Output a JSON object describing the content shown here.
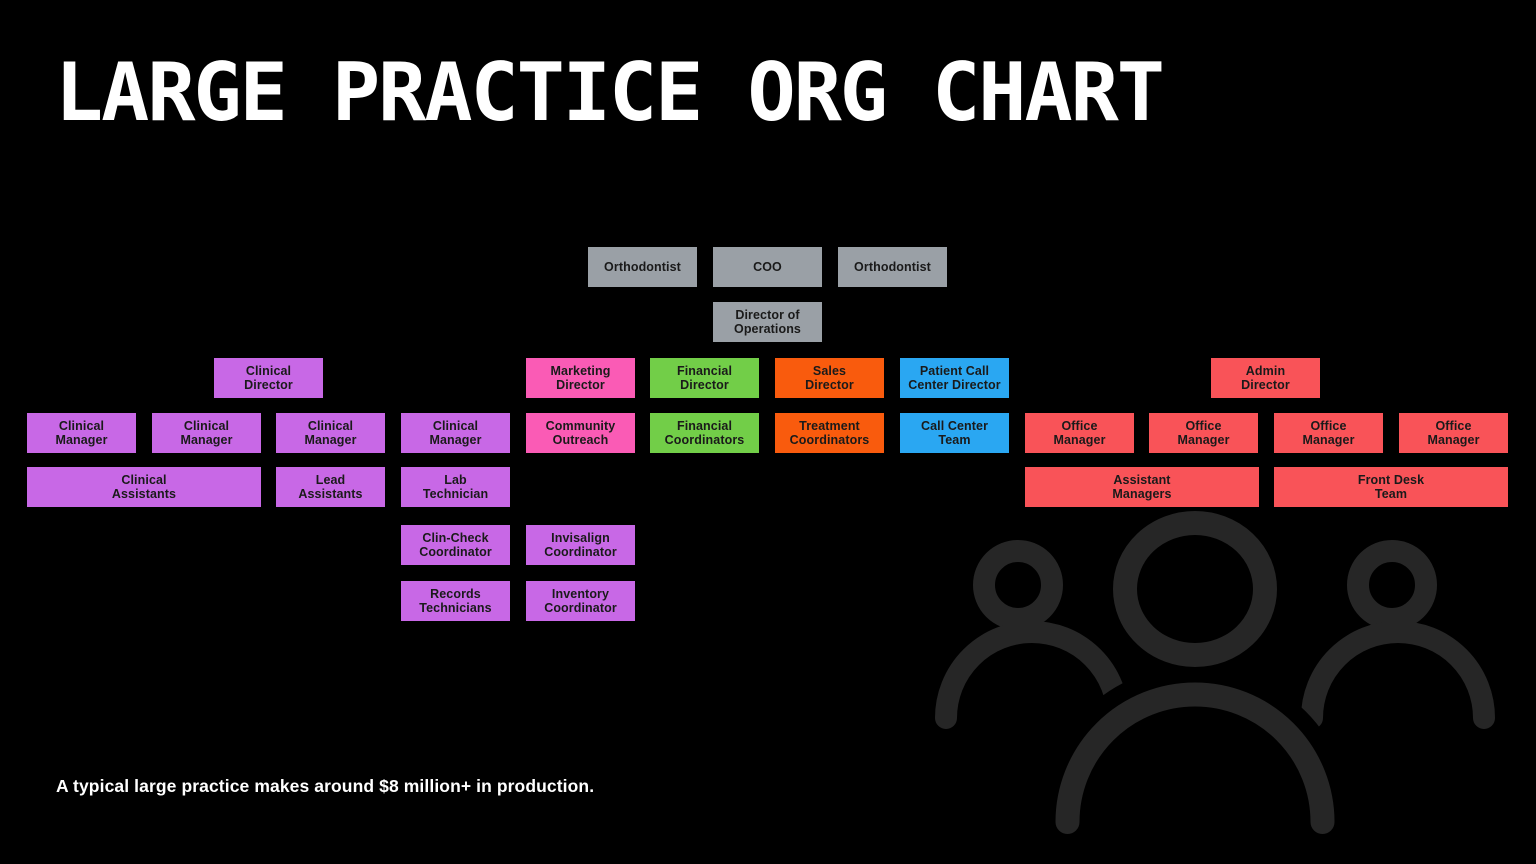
{
  "title": "LARGE PRACTICE ORG CHART",
  "caption": "A typical large practice makes around $8 million+ in production.",
  "colors": {
    "bg": "#000000",
    "titletext": "#ffffff",
    "boxtext": "#1a1a1a",
    "executive": "#9aa0a6",
    "clinical": "#c868e6",
    "marketing": "#fa5bb5",
    "financial": "#72ce48",
    "sales": "#f95b0d",
    "callcenter": "#2aa7f2",
    "adminred": "#f95358",
    "icon": "#262626"
  },
  "icons": {
    "people_group": "people-group-icon"
  },
  "org": {
    "executive": {
      "orthodontist_left": "Orthodontist",
      "coo": "COO",
      "orthodontist_right": "Orthodontist",
      "director_of_operations": "Director of\nOperations"
    },
    "clinical": {
      "director": "Clinical\nDirector",
      "managers": [
        "Clinical\nManager",
        "Clinical\nManager",
        "Clinical\nManager",
        "Clinical\nManager"
      ],
      "assistants": "Clinical\nAssistants",
      "lead_assistants": "Lead\nAssistants",
      "lab_technician": "Lab\nTechnician",
      "clincheck_coordinator": "Clin-Check\nCoordinator",
      "invisalign_coordinator": "Invisalign\nCoordinator",
      "records_technicians": "Records\nTechnicians",
      "inventory_coordinator": "Inventory\nCoordinator"
    },
    "marketing": {
      "director": "Marketing\nDirector",
      "community_outreach": "Community\nOutreach"
    },
    "financial": {
      "director": "Financial\nDirector",
      "coordinators": "Financial\nCoordinators"
    },
    "sales": {
      "director": "Sales\nDirector",
      "treatment_coordinators": "Treatment\nCoordinators"
    },
    "call_center": {
      "director": "Patient Call\nCenter Director",
      "team": "Call Center\nTeam"
    },
    "admin": {
      "director": "Admin\nDirector",
      "office_managers": [
        "Office\nManager",
        "Office\nManager",
        "Office\nManager",
        "Office\nManager"
      ],
      "assistant_managers": "Assistant\nManagers",
      "front_desk_team": "Front Desk\nTeam"
    }
  }
}
